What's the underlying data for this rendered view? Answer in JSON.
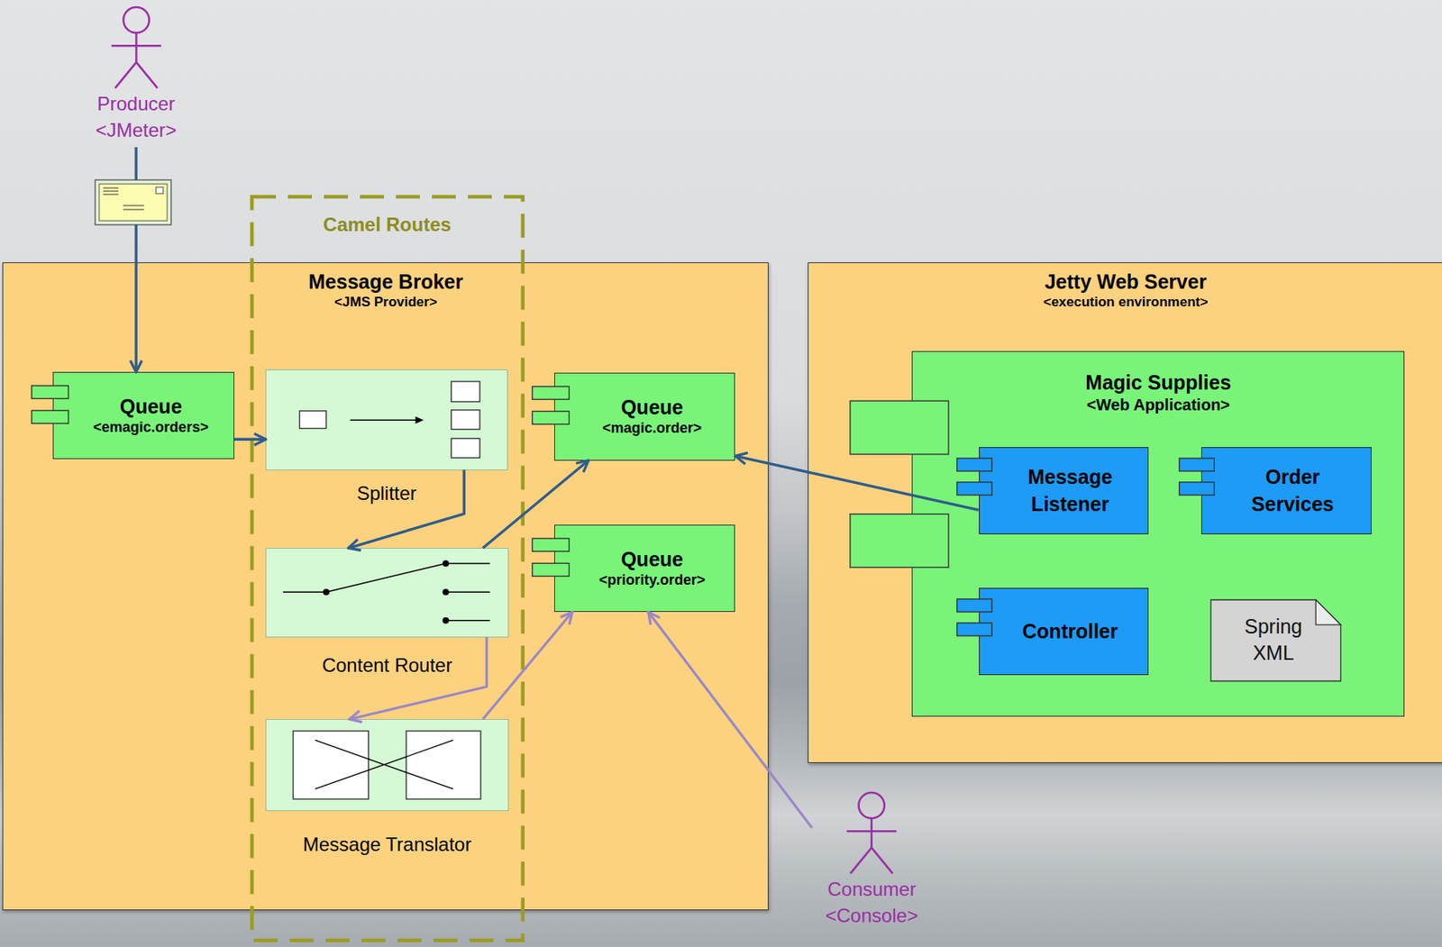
{
  "diagram": {
    "nodes": [
      {
        "text": [
          "Producer",
          "<JMeter>"
        ]
      },
      {
        "text": [
          "Camel Routes"
        ]
      },
      {
        "text": [
          "Message Broker",
          "<JMS Provider>"
        ]
      },
      {
        "text": [
          "Queue",
          "<emagic.orders>"
        ],
        "in": 2
      },
      {
        "text": [
          "Splitter"
        ],
        "in": 1
      },
      {
        "text": [
          "Queue",
          "<magic.order>"
        ],
        "in": 2
      },
      {
        "text": [
          "Content Router"
        ],
        "in": 1
      },
      {
        "text": [
          "Queue",
          "<priority.order>"
        ],
        "in": 2
      },
      {
        "text": [
          "Message Translator"
        ],
        "in": 1
      },
      {
        "text": [
          "Jetty Web Server",
          "<execution environment>"
        ]
      },
      {
        "text": [
          "Magic Supplies",
          "<Web Application>"
        ],
        "in": 9
      },
      {
        "text": [
          "Message Listener"
        ],
        "in": 10
      },
      {
        "text": [
          "Order Services"
        ],
        "in": 10
      },
      {
        "text": [
          "Controller"
        ],
        "in": 10
      },
      {
        "text": [
          "Spring XML"
        ],
        "in": 10
      },
      {
        "text": [
          "Consumer",
          "<Console>"
        ]
      }
    ],
    "edges": [
      {
        "from": 0,
        "to": 3,
        "arrow": "to"
      },
      {
        "from": 3,
        "to": 4,
        "arrow": "to"
      },
      {
        "from": 4,
        "to": 6,
        "arrow": "to"
      },
      {
        "from": 6,
        "to": 5,
        "arrow": "to"
      },
      {
        "from": 6,
        "to": 8,
        "arrow": "to"
      },
      {
        "from": 8,
        "to": 7,
        "arrow": "to"
      },
      {
        "from": 11,
        "to": 5,
        "arrow": "to"
      },
      {
        "from": 15,
        "to": 7,
        "arrow": "to"
      }
    ]
  }
}
